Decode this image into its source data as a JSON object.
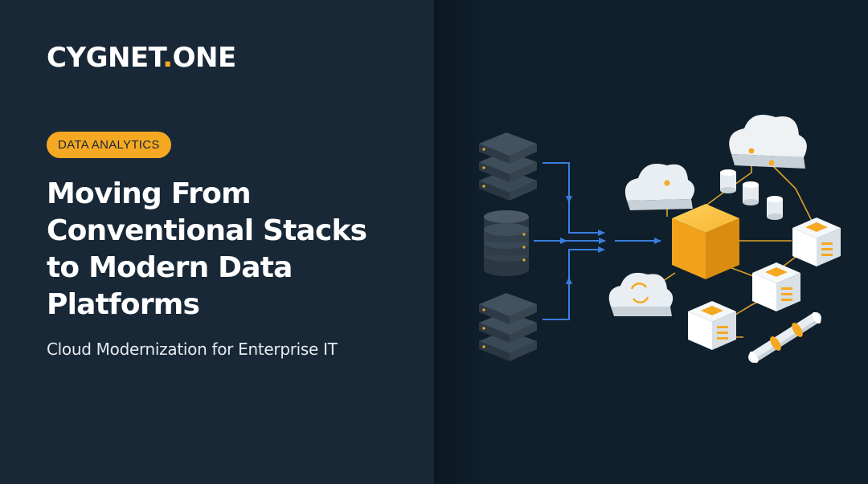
{
  "brand": {
    "name_part1": "CYGNET",
    "name_dot": ".",
    "name_part2": "ONE",
    "accent_color": "#f5a922"
  },
  "badge": {
    "label": "DATA ANALYTICS"
  },
  "headline": {
    "lines": [
      "Moving From",
      "Conventional Stacks",
      "to Modern Data",
      "Platforms"
    ]
  },
  "subtitle": "Cloud Modernization for Enterprise IT",
  "colors": {
    "left_background": "#182837",
    "right_background": "#0f1f2c",
    "arrow_blue": "#3b7ddd",
    "connector_orange": "#f5a922"
  },
  "illustration": {
    "icons": [
      "server-stack-icon",
      "database-icon",
      "server-stack-icon",
      "cloud-icon",
      "cloud-sync-icon",
      "data-cube-icon",
      "storage-box-icon",
      "pipeline-icon",
      "cylinder-icon"
    ]
  }
}
